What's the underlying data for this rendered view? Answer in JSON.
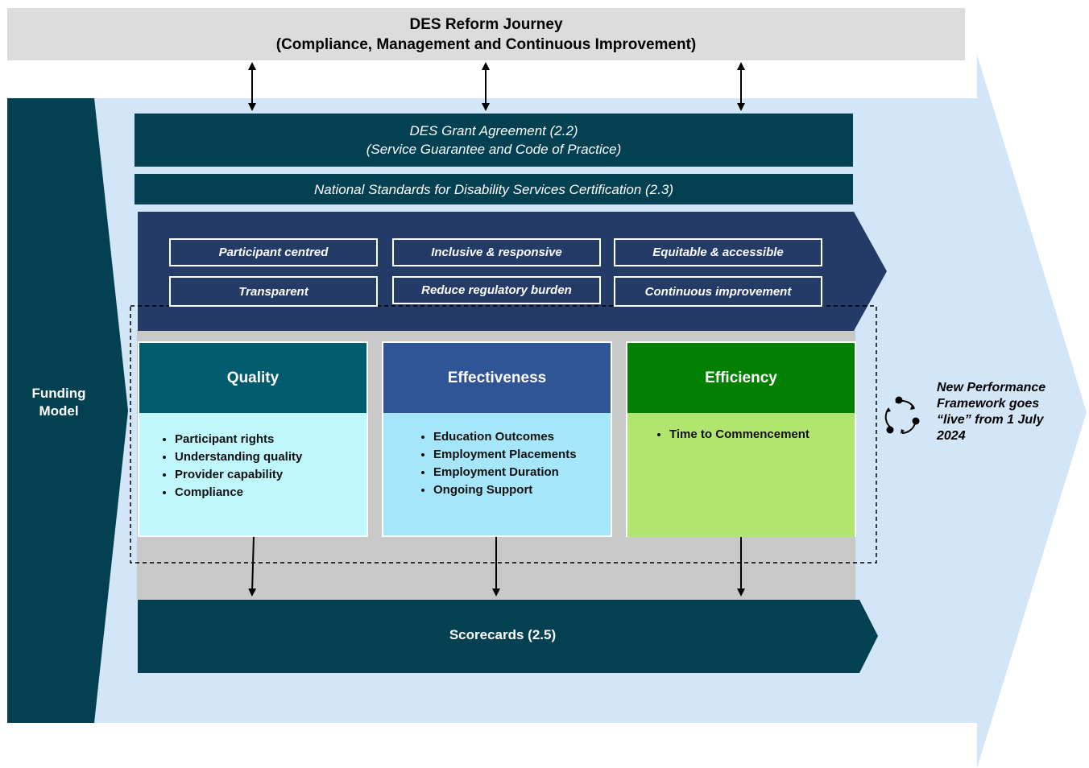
{
  "header": {
    "title": "DES Reform Journey",
    "subtitle": "(Compliance, Management and Continuous Improvement)"
  },
  "grant_agreement": {
    "line1": "DES Grant Agreement (2.2)",
    "line2": "(Service Guarantee and Code of Practice)"
  },
  "national_standards": "National Standards for Disability Services Certification (2.3)",
  "principles": [
    "Participant centred",
    "Inclusive & responsive",
    "Equitable & accessible",
    "Transparent",
    "Reduce regulatory burden",
    "Continuous improvement"
  ],
  "funding_model": {
    "line1": "Funding",
    "line2": "Model"
  },
  "columns": [
    {
      "title": "Quality",
      "header_color": "#015b6e",
      "body_color": "#bff7fd",
      "items": [
        "Participant rights",
        "Understanding quality",
        "Provider capability",
        "Compliance"
      ]
    },
    {
      "title": "Effectiveness",
      "header_color": "#2f5597",
      "body_color": "#a6e6fa",
      "items": [
        "Education Outcomes",
        "Employment Placements",
        "Employment Duration",
        "Ongoing Support"
      ]
    },
    {
      "title": "Efficiency",
      "header_color": "#028002",
      "body_color": "#b1e56f",
      "items": [
        "Time to Commencement"
      ]
    }
  ],
  "scorecards": "Scorecards (2.5)",
  "performance_note": {
    "icon": "cycle-icon",
    "line1": "New Performance",
    "line2": "Framework goes",
    "line3": "“live” from 1 July",
    "line4": "2024"
  },
  "colors": {
    "dark_teal": "#024052",
    "navy": "#243a67",
    "light_blue": "#d2e6f7",
    "gray_panel": "#c9c9c9"
  }
}
